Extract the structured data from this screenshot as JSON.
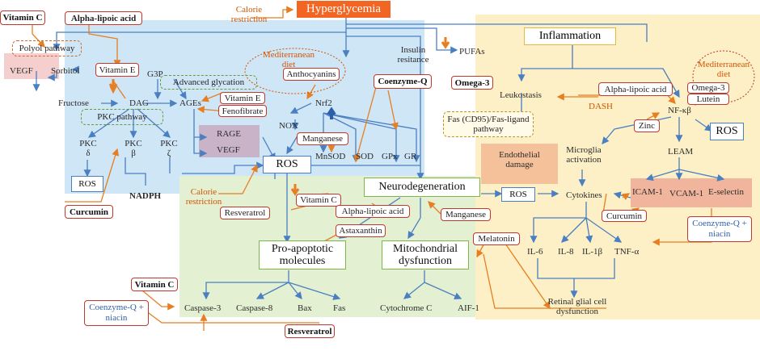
{
  "colors": {
    "blue_region": "#cfe6f7",
    "green_region": "#e3f0d2",
    "yellow_region": "#fdf0c6",
    "red_border": "#c0392b",
    "accent_orange": "#f26522",
    "arrow_blue": "#4a7fc1",
    "arrow_orange": "#e67e22"
  },
  "top": {
    "hyperglycemia": "Hyperglycemia",
    "calorie_restriction_top": "Calorie restriction"
  },
  "left": {
    "vitamin_c": "Vitamin C",
    "alpha_lipoic_acid": "Alpha-lipoic acid",
    "polyol_pathway": "Polyol pathway",
    "vegf_left": "VEGF",
    "sorbitol": "Sorbitol",
    "vitamin_e_1": "Vitamin E",
    "g3p": "G3P",
    "advanced_glycation": "Advanced glycation",
    "mediterranean_diet": "Mediterranean diet",
    "anthocyanins": "Anthocyanins",
    "fructose": "Fructose",
    "dag": "DAG",
    "ages": "AGEs",
    "vitamin_e_2": "Vitamin E",
    "fenofibrate": "Fenofibrate",
    "nrf2": "Nrf2",
    "pkc_pathway": "PKC pathway",
    "nox": "NOX",
    "pkc_delta": "PKC δ",
    "pkc_beta": "PKC β",
    "pkc_zeta": "PKC ζ",
    "rage": "RAGE",
    "vegf_mid": "VEGF",
    "manganese_1": "Manganese",
    "mnsod": "MnSOD",
    "sod": "SOD",
    "gpx": "GPx",
    "gr": "GR",
    "ros_small": "ROS",
    "ros_big": "ROS",
    "nadph": "NADPH",
    "curcumin_left": "Curcumin",
    "insulin_resistance": "Insulin resitance",
    "pufas": "PUFAs",
    "omega3_left": "Omega-3",
    "coenzyme_q_top": "Coenzyme-Q"
  },
  "middle": {
    "calorie_restriction_mid": "Calorie restriction",
    "resveratrol_1": "Resveratrol",
    "vitamin_c_mid": "Vitamin C",
    "alpha_lipoic_acid_mid": "Alpha-lipoic acid",
    "neurodegeneration": "Neurodegeneration",
    "manganese_2": "Manganese",
    "astaxanthin": "Astaxanthin",
    "pro_apoptotic": "Pro-apoptotic molecules",
    "mito_dysfunction": "Mitochondrial dysfunction",
    "melatonin": "Melatonin",
    "vitamin_c_bottom": "Vitamin C",
    "coenzyme_q_niacin_left": "Coenzyme-Q + niacin",
    "caspase3": "Caspase-3",
    "caspase8": "Caspase-8",
    "bax": "Bax",
    "fas": "Fas",
    "cytochrome_c": "Cytochrome C",
    "aif1": "AIF-1",
    "resveratrol_2": "Resveratrol"
  },
  "right": {
    "inflammation": "Inflammation",
    "leukostasis": "Leukostasis",
    "fas_ligand": "Fas (CD95)/Fas-ligand pathway",
    "endothelial_damage": "Endothelial damage",
    "ros_right": "ROS",
    "alpha_lipoic_acid_right": "Alpha-lipoic acid",
    "dash": "DASH",
    "mediterranean_diet_right": "Mediterranean diet",
    "omega3_right": "Omega-3",
    "lutein": "Lutein",
    "nfkb": "NF-κβ",
    "zinc": "Zinc",
    "ros_right2": "ROS",
    "microglia": "Microglia activation",
    "leam": "LEAM",
    "cytokines": "Cytokines",
    "icam1": "ICAM-1",
    "vcam1": "VCAM-1",
    "eselectin": "E-selectin",
    "curcumin_right": "Curcumin",
    "coenzyme_q_niacin_right": "Coenzyme-Q + niacin",
    "il6": "IL-6",
    "il8": "IL-8",
    "il1b": "IL-1β",
    "tnfa": "TNF-α",
    "retinal_glial": "Retinal glial cell dysfunction"
  }
}
